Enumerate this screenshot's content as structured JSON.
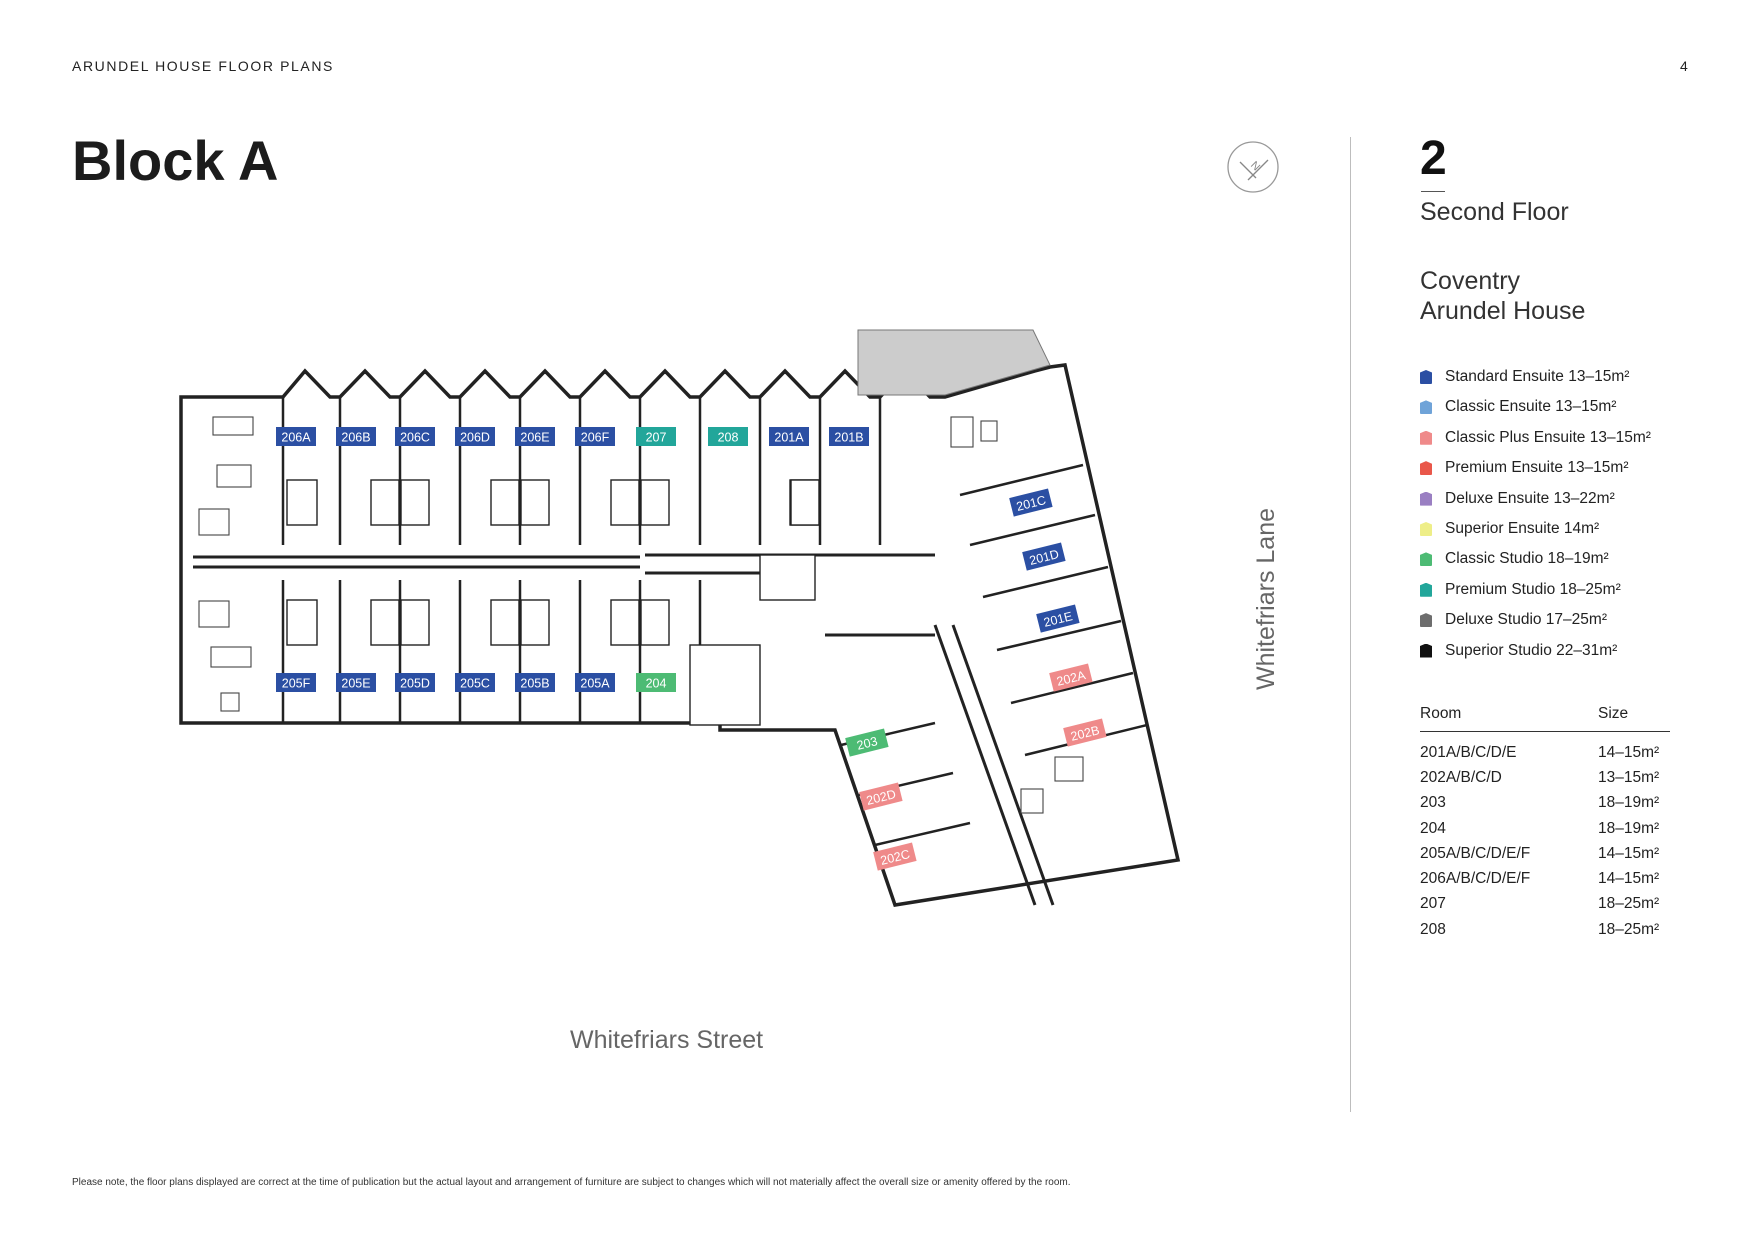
{
  "header": {
    "title": "ARUNDEL HOUSE FLOOR PLANS",
    "page_number": "4"
  },
  "block_title": "Block A",
  "floor": {
    "number": "2",
    "name": "Second Floor"
  },
  "location": {
    "city": "Coventry",
    "building": "Arundel House"
  },
  "legend": [
    {
      "label": "Standard Ensuite 13–15m²",
      "color": "#2b4fa3"
    },
    {
      "label": "Classic Ensuite 13–15m²",
      "color": "#6fa3d8"
    },
    {
      "label": "Classic Plus Ensuite 13–15m²",
      "color": "#ef8a8a"
    },
    {
      "label": "Premium Ensuite 13–15m²",
      "color": "#e9574a"
    },
    {
      "label": "Deluxe Ensuite 13–22m²",
      "color": "#9a7fc2"
    },
    {
      "label": "Superior Ensuite 14m²",
      "color": "#eeee88"
    },
    {
      "label": "Classic Studio 18–19m²",
      "color": "#4dbb74"
    },
    {
      "label": "Premium Studio 18–25m²",
      "color": "#22a69a"
    },
    {
      "label": "Deluxe Studio 17–25m²",
      "color": "#6d6d6d"
    },
    {
      "label": "Superior Studio 22–31m²",
      "color": "#111111"
    }
  ],
  "size_table": {
    "headers": {
      "room": "Room",
      "size": "Size"
    },
    "rows": [
      {
        "room": "201A/B/C/D/E",
        "size": "14–15m²"
      },
      {
        "room": "202A/B/C/D",
        "size": "13–15m²"
      },
      {
        "room": "203",
        "size": "18–19m²"
      },
      {
        "room": "204",
        "size": "18–19m²"
      },
      {
        "room": "205A/B/C/D/E/F",
        "size": "14–15m²"
      },
      {
        "room": "206A/B/C/D/E/F",
        "size": "14–15m²"
      },
      {
        "room": "207",
        "size": "18–25m²"
      },
      {
        "room": "208",
        "size": "18–25m²"
      }
    ]
  },
  "room_labels": {
    "top_row": [
      {
        "id": "206A",
        "type": "standard"
      },
      {
        "id": "206B",
        "type": "standard"
      },
      {
        "id": "206C",
        "type": "standard"
      },
      {
        "id": "206D",
        "type": "standard"
      },
      {
        "id": "206E",
        "type": "standard"
      },
      {
        "id": "206F",
        "type": "standard"
      },
      {
        "id": "207",
        "type": "premium-studio"
      },
      {
        "id": "208",
        "type": "premium-studio"
      },
      {
        "id": "201A",
        "type": "standard"
      },
      {
        "id": "201B",
        "type": "standard"
      }
    ],
    "bottom_row": [
      {
        "id": "205F",
        "type": "standard"
      },
      {
        "id": "205E",
        "type": "standard"
      },
      {
        "id": "205D",
        "type": "standard"
      },
      {
        "id": "205C",
        "type": "standard"
      },
      {
        "id": "205B",
        "type": "standard"
      },
      {
        "id": "205A",
        "type": "standard"
      },
      {
        "id": "204",
        "type": "classic-studio"
      }
    ],
    "wing_right": [
      {
        "id": "201C",
        "type": "standard"
      },
      {
        "id": "201D",
        "type": "standard"
      },
      {
        "id": "201E",
        "type": "standard"
      },
      {
        "id": "202A",
        "type": "classic-plus"
      },
      {
        "id": "202B",
        "type": "classic-plus"
      }
    ],
    "wing_left": [
      {
        "id": "203",
        "type": "classic-studio"
      },
      {
        "id": "202D",
        "type": "classic-plus"
      },
      {
        "id": "202C",
        "type": "classic-plus"
      }
    ]
  },
  "label_colors": {
    "standard": "#2b4fa3",
    "premium-studio": "#22a69a",
    "classic-studio": "#4dbb74",
    "classic-plus": "#ef8a8a"
  },
  "streets": {
    "bottom": "Whitefriars Street",
    "right": "Whitefriars Lane"
  },
  "disclaimer": "Please note, the floor plans displayed are correct at the time of publication but the actual layout and arrangement of furniture are subject to changes which will not materially affect the overall size or amenity offered by the room."
}
